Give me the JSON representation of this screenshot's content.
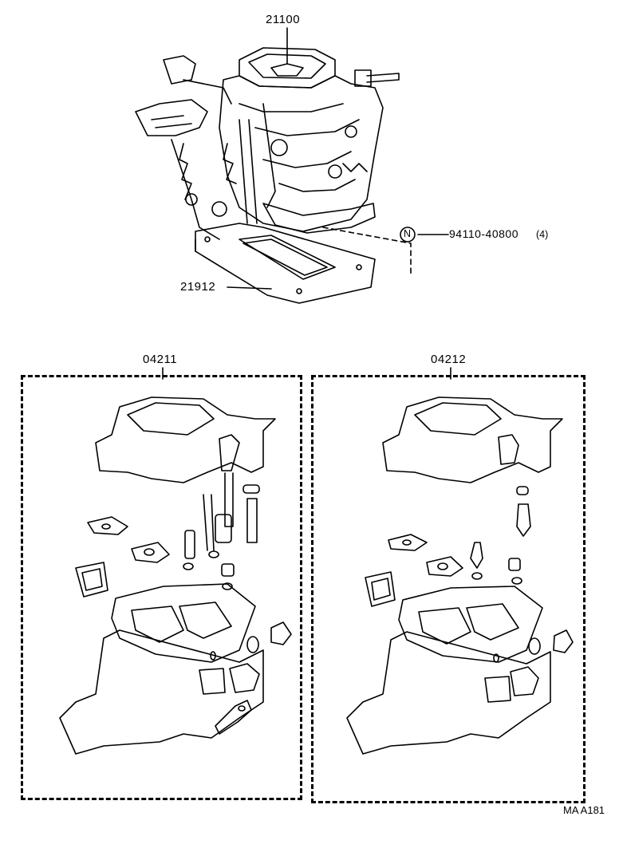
{
  "callouts": {
    "carburetor": "21100",
    "insulator": "21912",
    "nut_symbol": "N",
    "nut_part": "94110-40800",
    "nut_qty": "(4)"
  },
  "kits": [
    {
      "part": "04211"
    },
    {
      "part": "04212"
    }
  ],
  "figure_code": "MA A181"
}
